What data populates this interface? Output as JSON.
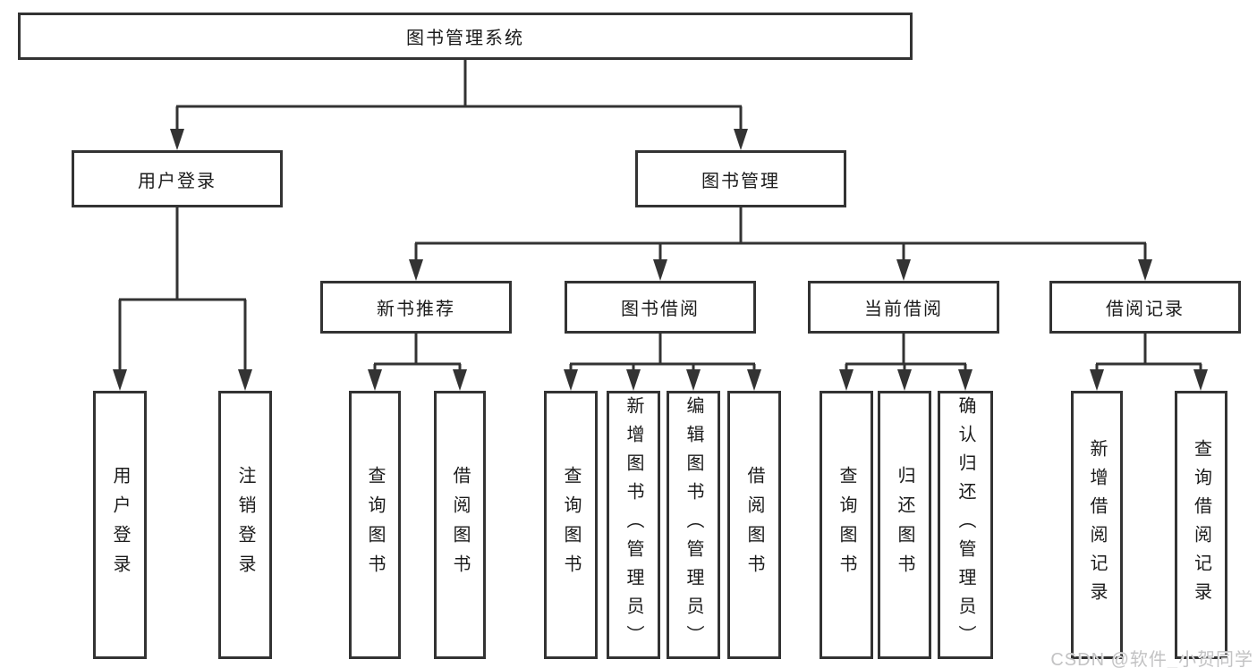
{
  "diagram": {
    "root": {
      "label": "图书管理系统"
    },
    "branches": [
      {
        "label": "用户登录",
        "children": [
          {
            "label": "用户登录"
          },
          {
            "label": "注销登录"
          }
        ]
      },
      {
        "label": "图书管理",
        "children": [
          {
            "label": "新书推荐",
            "children": [
              {
                "label": "查询图书"
              },
              {
                "label": "借阅图书"
              }
            ]
          },
          {
            "label": "图书借阅",
            "children": [
              {
                "label": "查询图书"
              },
              {
                "label": "新增图书（管理员）"
              },
              {
                "label": "编辑图书（管理员）"
              },
              {
                "label": "借阅图书"
              }
            ]
          },
          {
            "label": "当前借阅",
            "children": [
              {
                "label": "查询图书"
              },
              {
                "label": "归还图书"
              },
              {
                "label": "确认归还（管理员）"
              }
            ]
          },
          {
            "label": "借阅记录",
            "children": [
              {
                "label": "新增借阅记录"
              },
              {
                "label": "查询借阅记录"
              }
            ]
          }
        ]
      }
    ]
  },
  "watermark": {
    "text": "CSDN @软件_小贺同学"
  },
  "colors": {
    "line": "#333333",
    "box_border": "#333333",
    "text": "#1b1b1b",
    "watermark": "#c3c3c4",
    "background": "#ffffff"
  }
}
